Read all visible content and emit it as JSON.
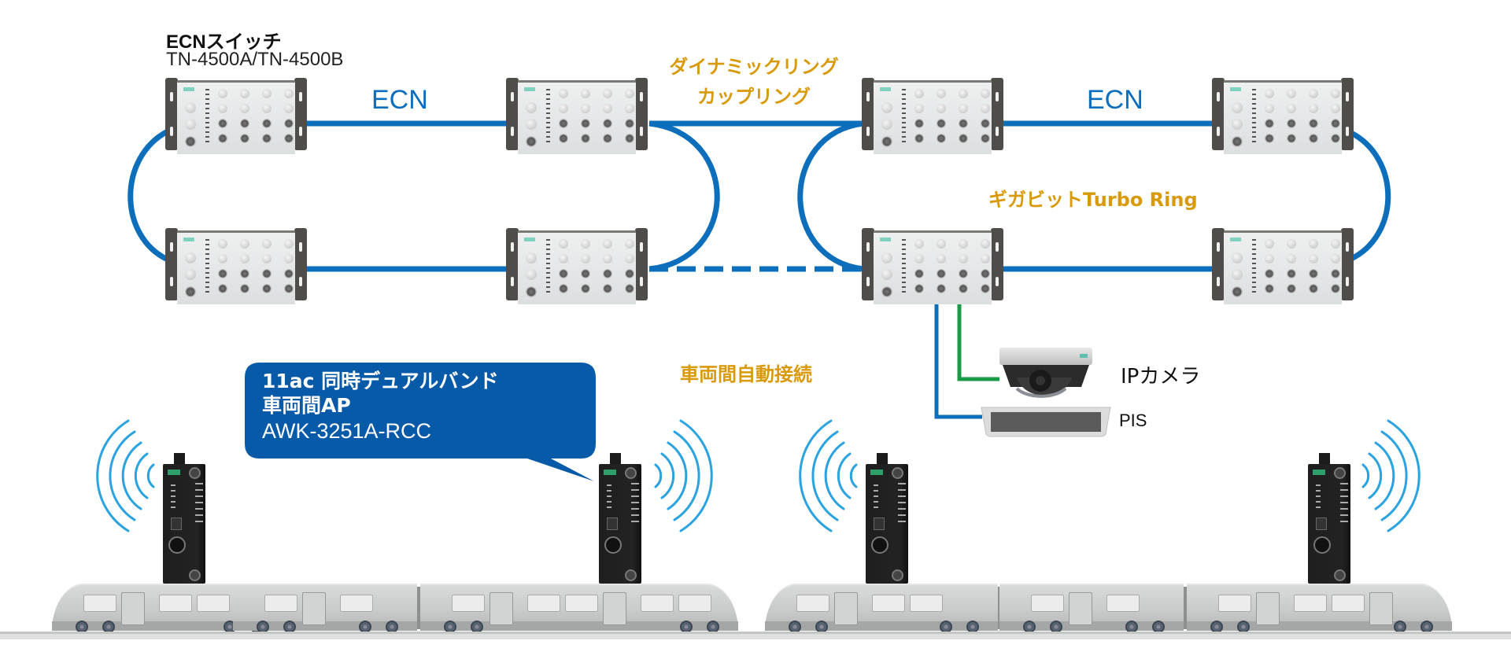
{
  "header": {
    "switch_title": "ECNスイッチ",
    "switch_model": "TN-4500A/TN-4500B"
  },
  "network_labels": {
    "ecn_left": "ECN",
    "ecn_right": "ECN",
    "dynamic_ring_line1": "ダイナミックリング",
    "dynamic_ring_line2": "カップリング",
    "gigabit_turbo_ring": "ギガビットTurbo Ring",
    "auto_connect": "車両間自動接続"
  },
  "devices": {
    "ip_camera": "IPカメラ",
    "pis": "PIS"
  },
  "callout": {
    "line1": "11ac 同時デュアルバンド",
    "line2": "車両間AP",
    "line3": "AWK-3251A-RCC"
  },
  "switches": [
    {
      "id": "sw-top-1",
      "icon": "industrial-switch-icon"
    },
    {
      "id": "sw-top-2",
      "icon": "industrial-switch-icon"
    },
    {
      "id": "sw-top-3",
      "icon": "industrial-switch-icon"
    },
    {
      "id": "sw-top-4",
      "icon": "industrial-switch-icon"
    },
    {
      "id": "sw-bottom-1",
      "icon": "industrial-switch-icon"
    },
    {
      "id": "sw-bottom-2",
      "icon": "industrial-switch-icon"
    },
    {
      "id": "sw-bottom-3",
      "icon": "industrial-switch-icon"
    },
    {
      "id": "sw-bottom-4",
      "icon": "industrial-switch-icon"
    }
  ],
  "access_points": [
    {
      "id": "ap-1",
      "icon": "wireless-ap-icon",
      "waves": "left"
    },
    {
      "id": "ap-2",
      "icon": "wireless-ap-icon",
      "waves": "right"
    },
    {
      "id": "ap-3",
      "icon": "wireless-ap-icon",
      "waves": "left"
    },
    {
      "id": "ap-4",
      "icon": "wireless-ap-icon",
      "waves": "right"
    }
  ],
  "colors": {
    "ecn_blue": "#0d6fbc",
    "callout_blue": "#075aa8",
    "accent_gold": "#d99a0a",
    "camera_link_green": "#1a9a47",
    "wave_blue": "#2aa3e0"
  }
}
